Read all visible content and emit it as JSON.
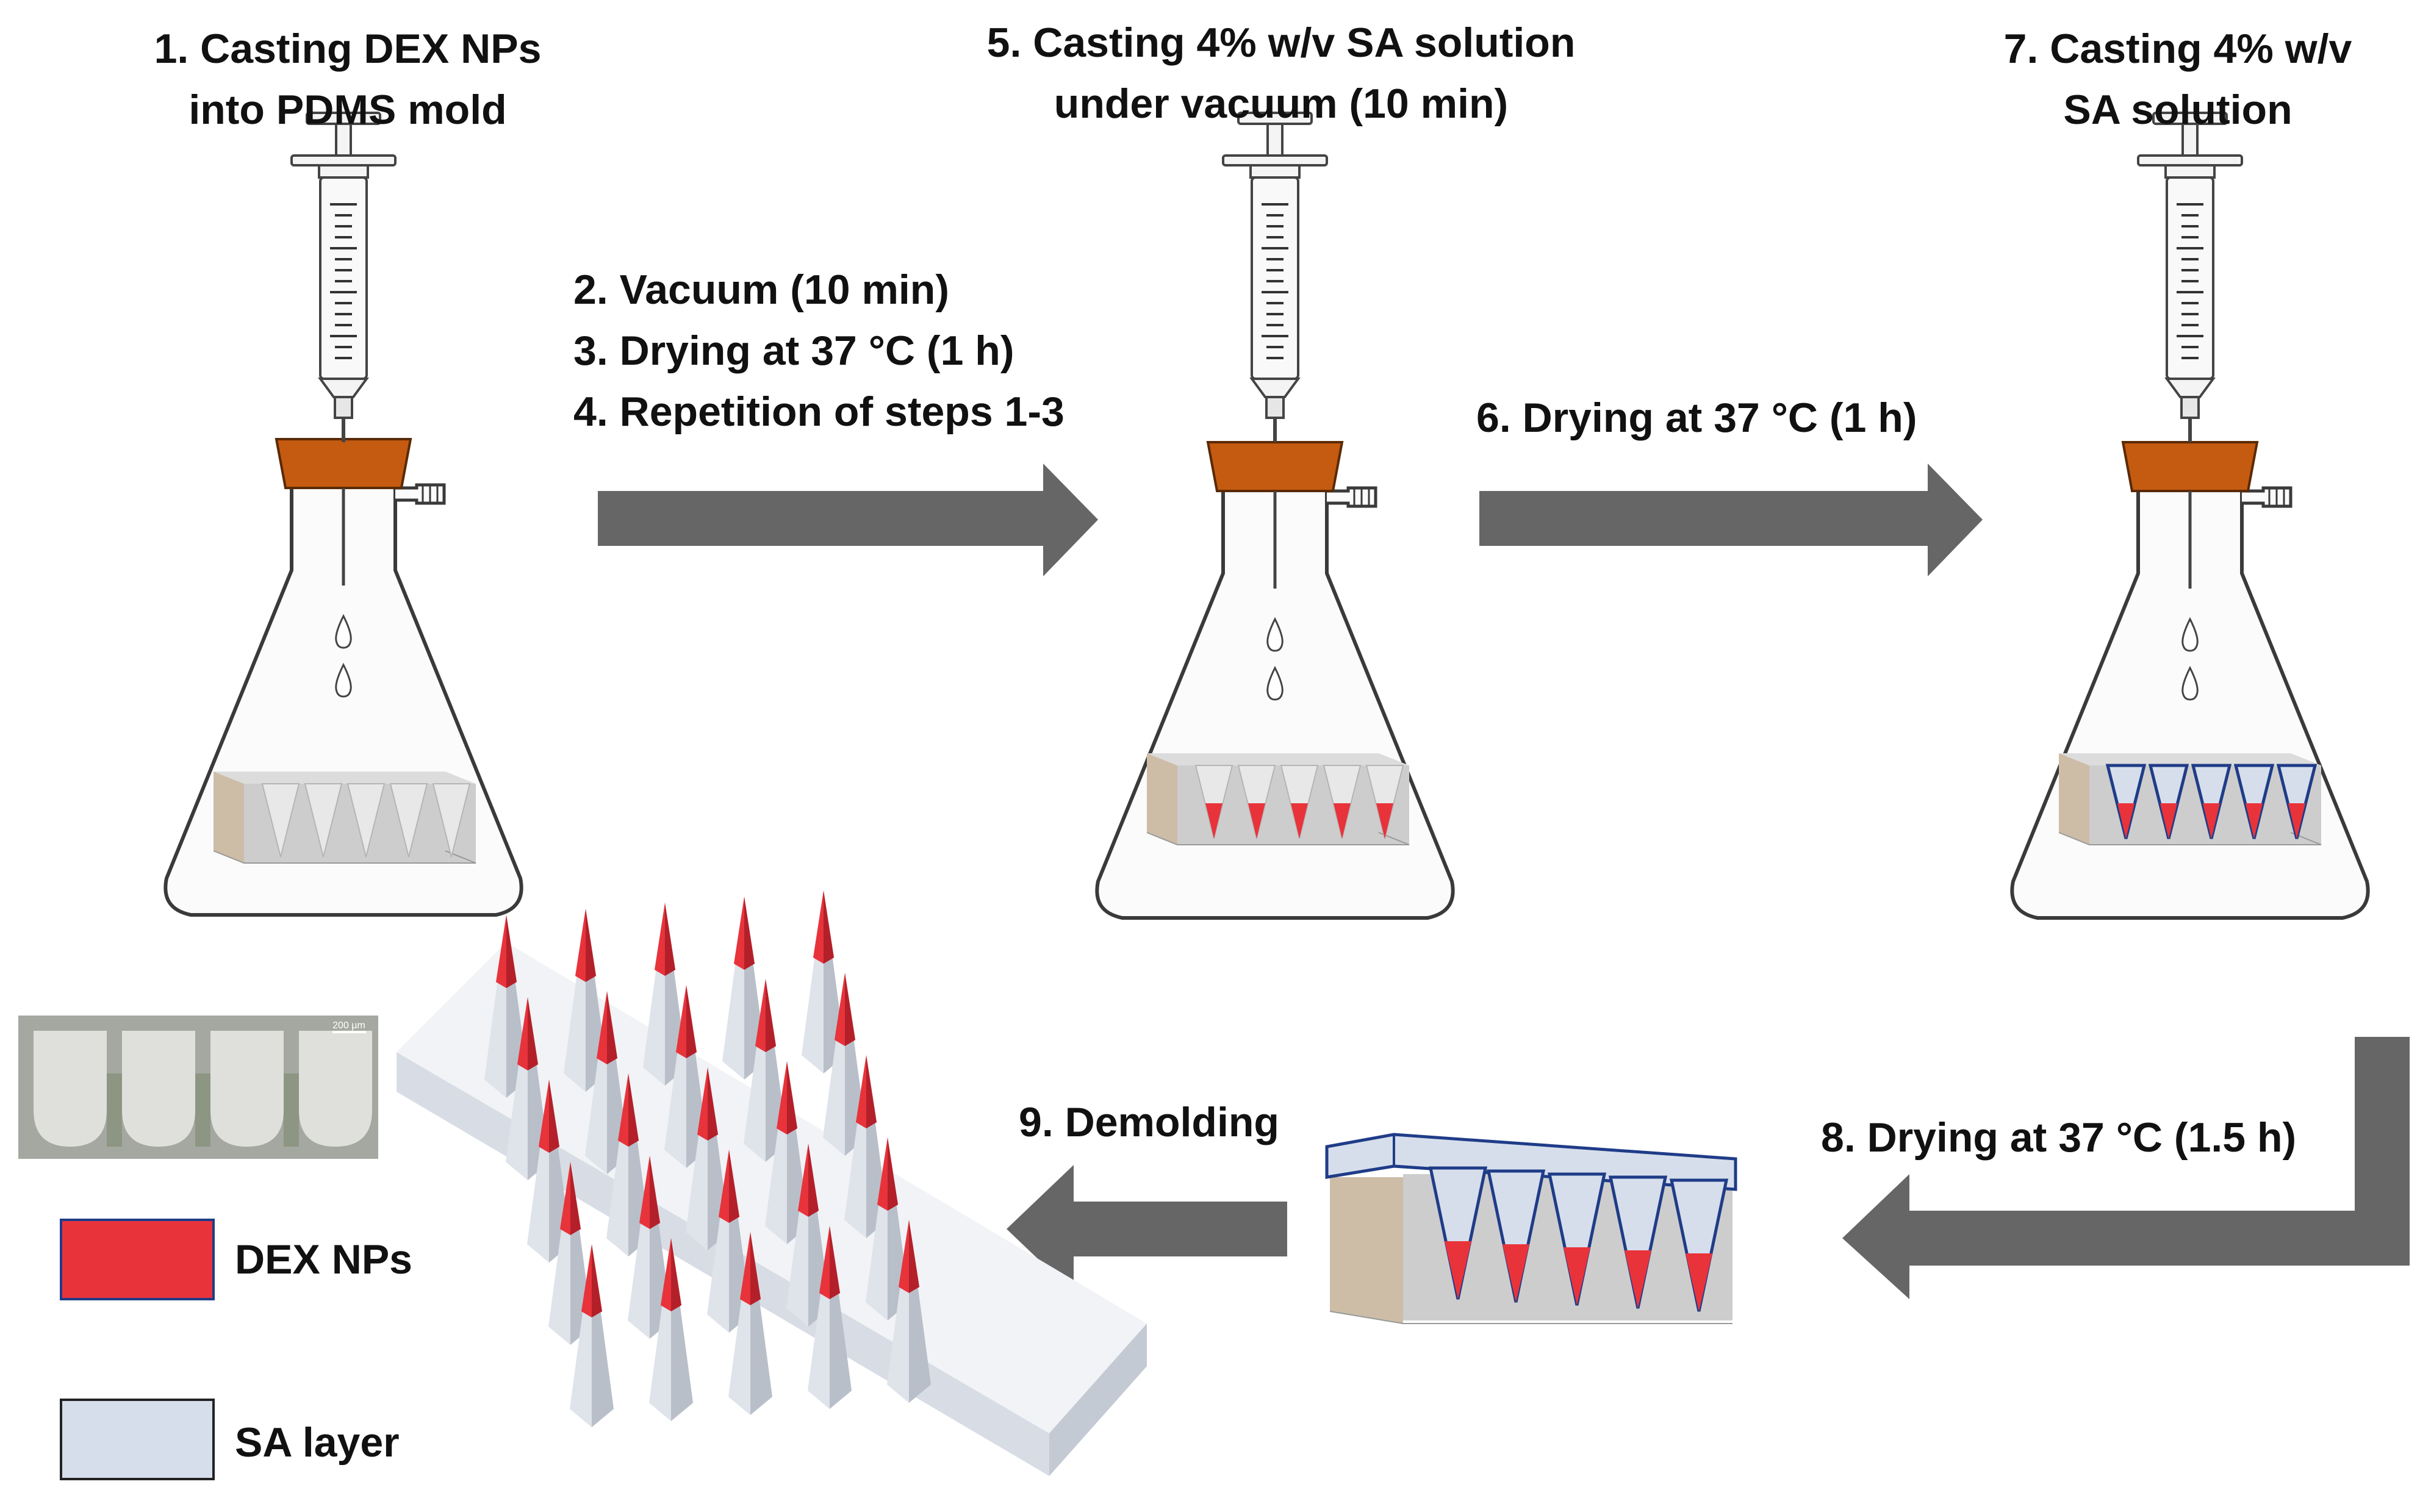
{
  "steps": {
    "step1": [
      "1. Casting DEX NPs",
      "into PDMS mold"
    ],
    "step2to4": [
      "2. Vacuum (10 min)",
      "3. Drying at 37 °C (1 h)",
      "4. Repetition of steps 1-3"
    ],
    "step5": [
      "5. Casting 4% w/v SA solution",
      "under vacuum (10 min)"
    ],
    "step6": "6. Drying at 37 °C (1 h)",
    "step7": [
      "7. Casting 4% w/v",
      "SA solution"
    ],
    "step8": "8. Drying at 37 °C (1.5 h)",
    "step9": "9. Demolding"
  },
  "micrograph": {
    "scale_bar": "200 µm"
  },
  "legend": [
    {
      "label": "DEX NPs",
      "color": "#e8333b"
    },
    {
      "label": "SA layer",
      "color": "#d6deec"
    }
  ],
  "colors": {
    "stopper": "#c55a11",
    "arrow": "#666666",
    "mold": "#cdcdcd",
    "mold_side": "#cdbda7",
    "dex": "#e8333b",
    "sa": "#d6deec",
    "sa_outline": "#1f3c88"
  }
}
